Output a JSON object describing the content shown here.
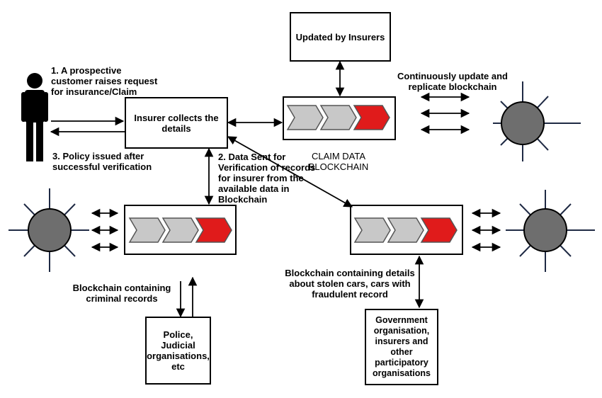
{
  "labels": {
    "updated_by_insurers": "Updated by Insurers",
    "continuously_update": "Continuously update and\nreplicate blockchain",
    "step1": "1. A prospective\ncustomer raises request\nfor insurance/Claim",
    "insurer_collects": "Insurer collects the\ndetails",
    "step3": "3. Policy issued after\nsuccessful verification",
    "claim_data": "CLAIM DATA\nBLOCKCHAIN",
    "step2": "2. Data Sent for\nVerification of records\nfor insurer from the\navailable data in\nBlockchain",
    "criminal_records": "Blockchain containing\ncriminal records",
    "police": "Police,\nJudicial\norganisations,\netc",
    "stolen_cars": "Blockchain containing details\nabout stolen cars, cars with\nfraudulent record",
    "government": "Government\norganisation,\ninsurers and\nother\nparticipatory\norganisations"
  },
  "colors": {
    "chevron_grey": "#c8c8c8",
    "chevron_red": "#e01b1b",
    "node_fill": "#6e6e6e",
    "ray_color": "#1f2a44"
  }
}
